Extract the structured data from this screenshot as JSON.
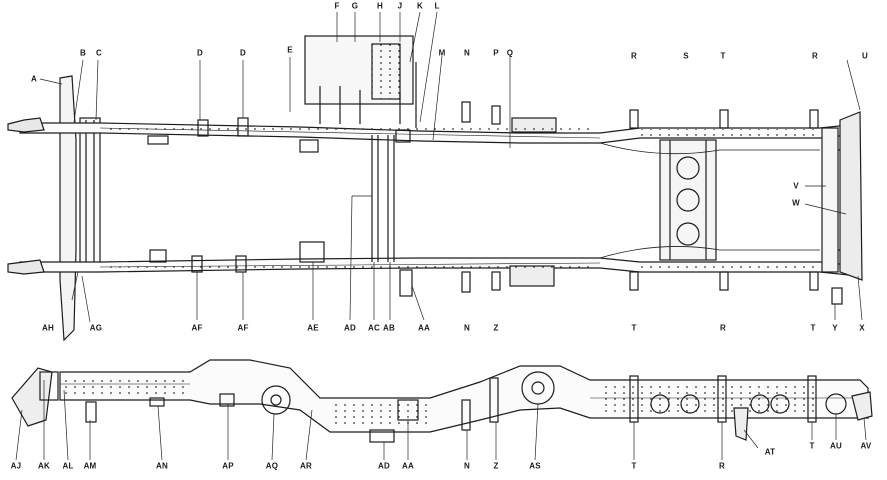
{
  "figure": {
    "top_view_labels": {
      "A": "A",
      "B": "B",
      "C": "C",
      "D1": "D",
      "D2": "D",
      "E": "E",
      "F": "F",
      "G": "G",
      "H": "H",
      "J": "J",
      "K": "K",
      "L": "L",
      "M": "M",
      "N1": "N",
      "P1": "P",
      "Q": "Q",
      "R1": "R",
      "S": "S",
      "T1": "T",
      "R2": "R",
      "U": "U",
      "V": "V",
      "W": "W",
      "AH": "AH",
      "AG": "AG",
      "AF1": "AF",
      "AF2": "AF",
      "AE": "AE",
      "AD": "AD",
      "AC": "AC",
      "AB": "AB",
      "AA": "AA",
      "N2": "N",
      "Z": "Z",
      "T2": "T",
      "R3": "R",
      "T3": "T",
      "Y": "Y",
      "X": "X"
    },
    "side_view_labels": {
      "AJ": "AJ",
      "AK": "AK",
      "AL": "AL",
      "AM": "AM",
      "AN": "AN",
      "AP": "AP",
      "AQ": "AQ",
      "AR": "AR",
      "AD": "AD",
      "AA": "AA",
      "N": "N",
      "Z": "Z",
      "AS": "AS",
      "T": "T",
      "R": "R",
      "AT": "AT",
      "T2": "T",
      "AU": "AU",
      "AV": "AV"
    }
  }
}
